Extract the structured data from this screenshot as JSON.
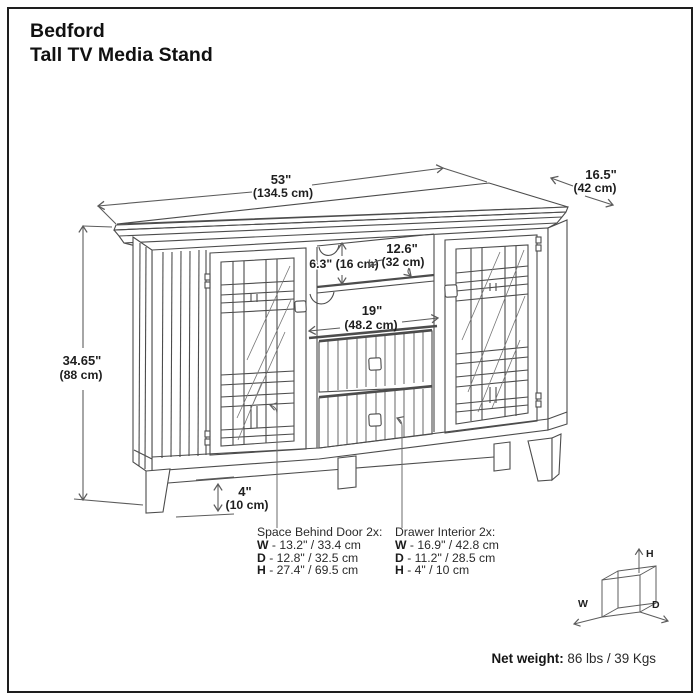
{
  "product": {
    "name": "Bedford",
    "type": "Tall TV Media Stand"
  },
  "dims": {
    "width": {
      "in": "53\"",
      "cm": "(134.5 cm)"
    },
    "depth": {
      "in": "16.5\"",
      "cm": "(42 cm)"
    },
    "height": {
      "in": "34.65\"",
      "cm": "(88 cm)"
    },
    "top_opening": {
      "label": "6.3\" (16 cm)"
    },
    "mid_opening": {
      "in": "12.6\"",
      "cm": "(32 cm)"
    },
    "shelf": {
      "in": "19\"",
      "cm": "(48.2 cm)"
    },
    "leg": {
      "in": "4\"",
      "cm": "(10 cm)"
    }
  },
  "specs": [
    {
      "title": "Space Behind Door 2x:",
      "rows": [
        {
          "k": "W",
          "v": " - 13.2\" / 33.4 cm"
        },
        {
          "k": "D",
          "v": " - 12.8\" / 32.5 cm"
        },
        {
          "k": "H",
          "v": " - 27.4\" / 69.5 cm"
        }
      ]
    },
    {
      "title": "Drawer Interior 2x:",
      "rows": [
        {
          "k": "W",
          "v": " - 16.9\" / 42.8 cm"
        },
        {
          "k": "D",
          "v": " - 11.2\" / 28.5 cm"
        },
        {
          "k": "H",
          "v": " - 4\" / 10 cm"
        }
      ]
    }
  ],
  "net_weight": {
    "label": "Net weight:",
    "value": " 86 lbs / 39 Kgs"
  },
  "cube": {
    "h": "H",
    "w": "W",
    "d": "D"
  },
  "colors": {
    "line": "#4c4c4c",
    "dim_line": "#5c5c5c",
    "text": "#1f1f1f",
    "border": "#1e1e1e"
  }
}
